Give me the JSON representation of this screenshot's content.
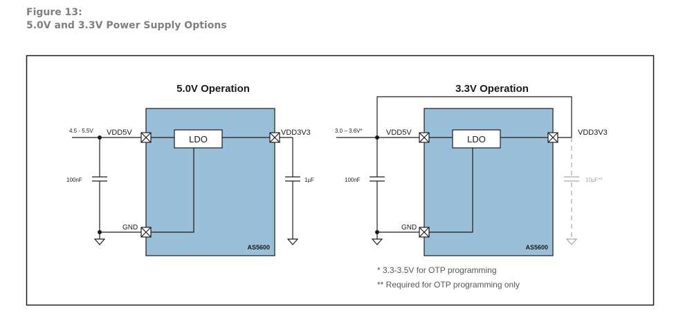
{
  "figure": {
    "number": "Figure 13:",
    "title": "5.0V and 3.3V Power Supply Options"
  },
  "left_circuit": {
    "title": "5.0V Operation",
    "supply_range": "4.5 - 5.5V",
    "pin_vdd5v": "VDD5V",
    "pin_vdd3v3": "VDD3V3",
    "pin_gnd": "GND",
    "ldo": "LDO",
    "chip": "AS5600",
    "cap_input": "100nF",
    "cap_output": "1µF"
  },
  "right_circuit": {
    "title": "3.3V Operation",
    "supply_range": "3.0 – 3.6V*",
    "pin_vdd5v": "VDD5V",
    "pin_vdd3v3": "VDD3V3",
    "pin_gnd": "GND",
    "ldo": "LDO",
    "chip": "AS5600",
    "cap_input": "100nF",
    "cap_output": "10µF**"
  },
  "notes": [
    "*  3.3-3.5V for OTP programming",
    "** Required for OTP programming only"
  ],
  "colors": {
    "chip_fill": "#99bfd9",
    "line": "#1a1a1a",
    "optional": "#a6a6a6",
    "title_gray": "#7f7f7f",
    "note_gray": "#555555"
  }
}
